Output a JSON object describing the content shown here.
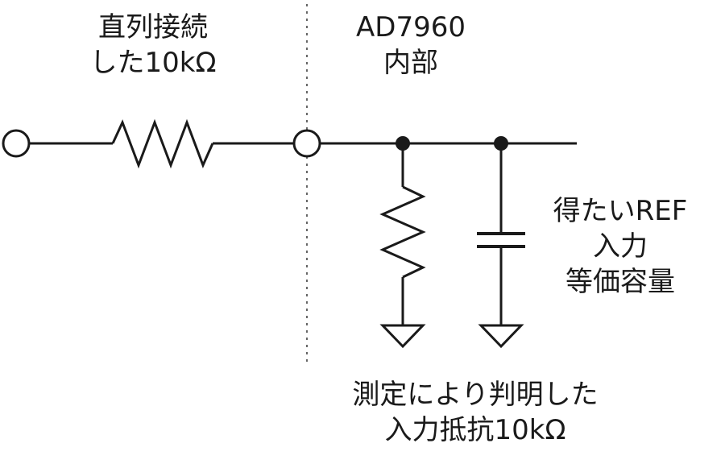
{
  "labels": {
    "series_resistor": [
      "直列接続",
      "した10kΩ"
    ],
    "adc_internal": [
      "AD7960",
      "内部"
    ],
    "equivalent_capacitance": [
      "得たいREF",
      "入力",
      "等価容量"
    ],
    "measured_resistance": [
      "測定により判明した",
      "入力抵抗10kΩ"
    ]
  },
  "colors": {
    "wire": "#1a1a1a",
    "divider": "#666666",
    "background": "#ffffff"
  }
}
